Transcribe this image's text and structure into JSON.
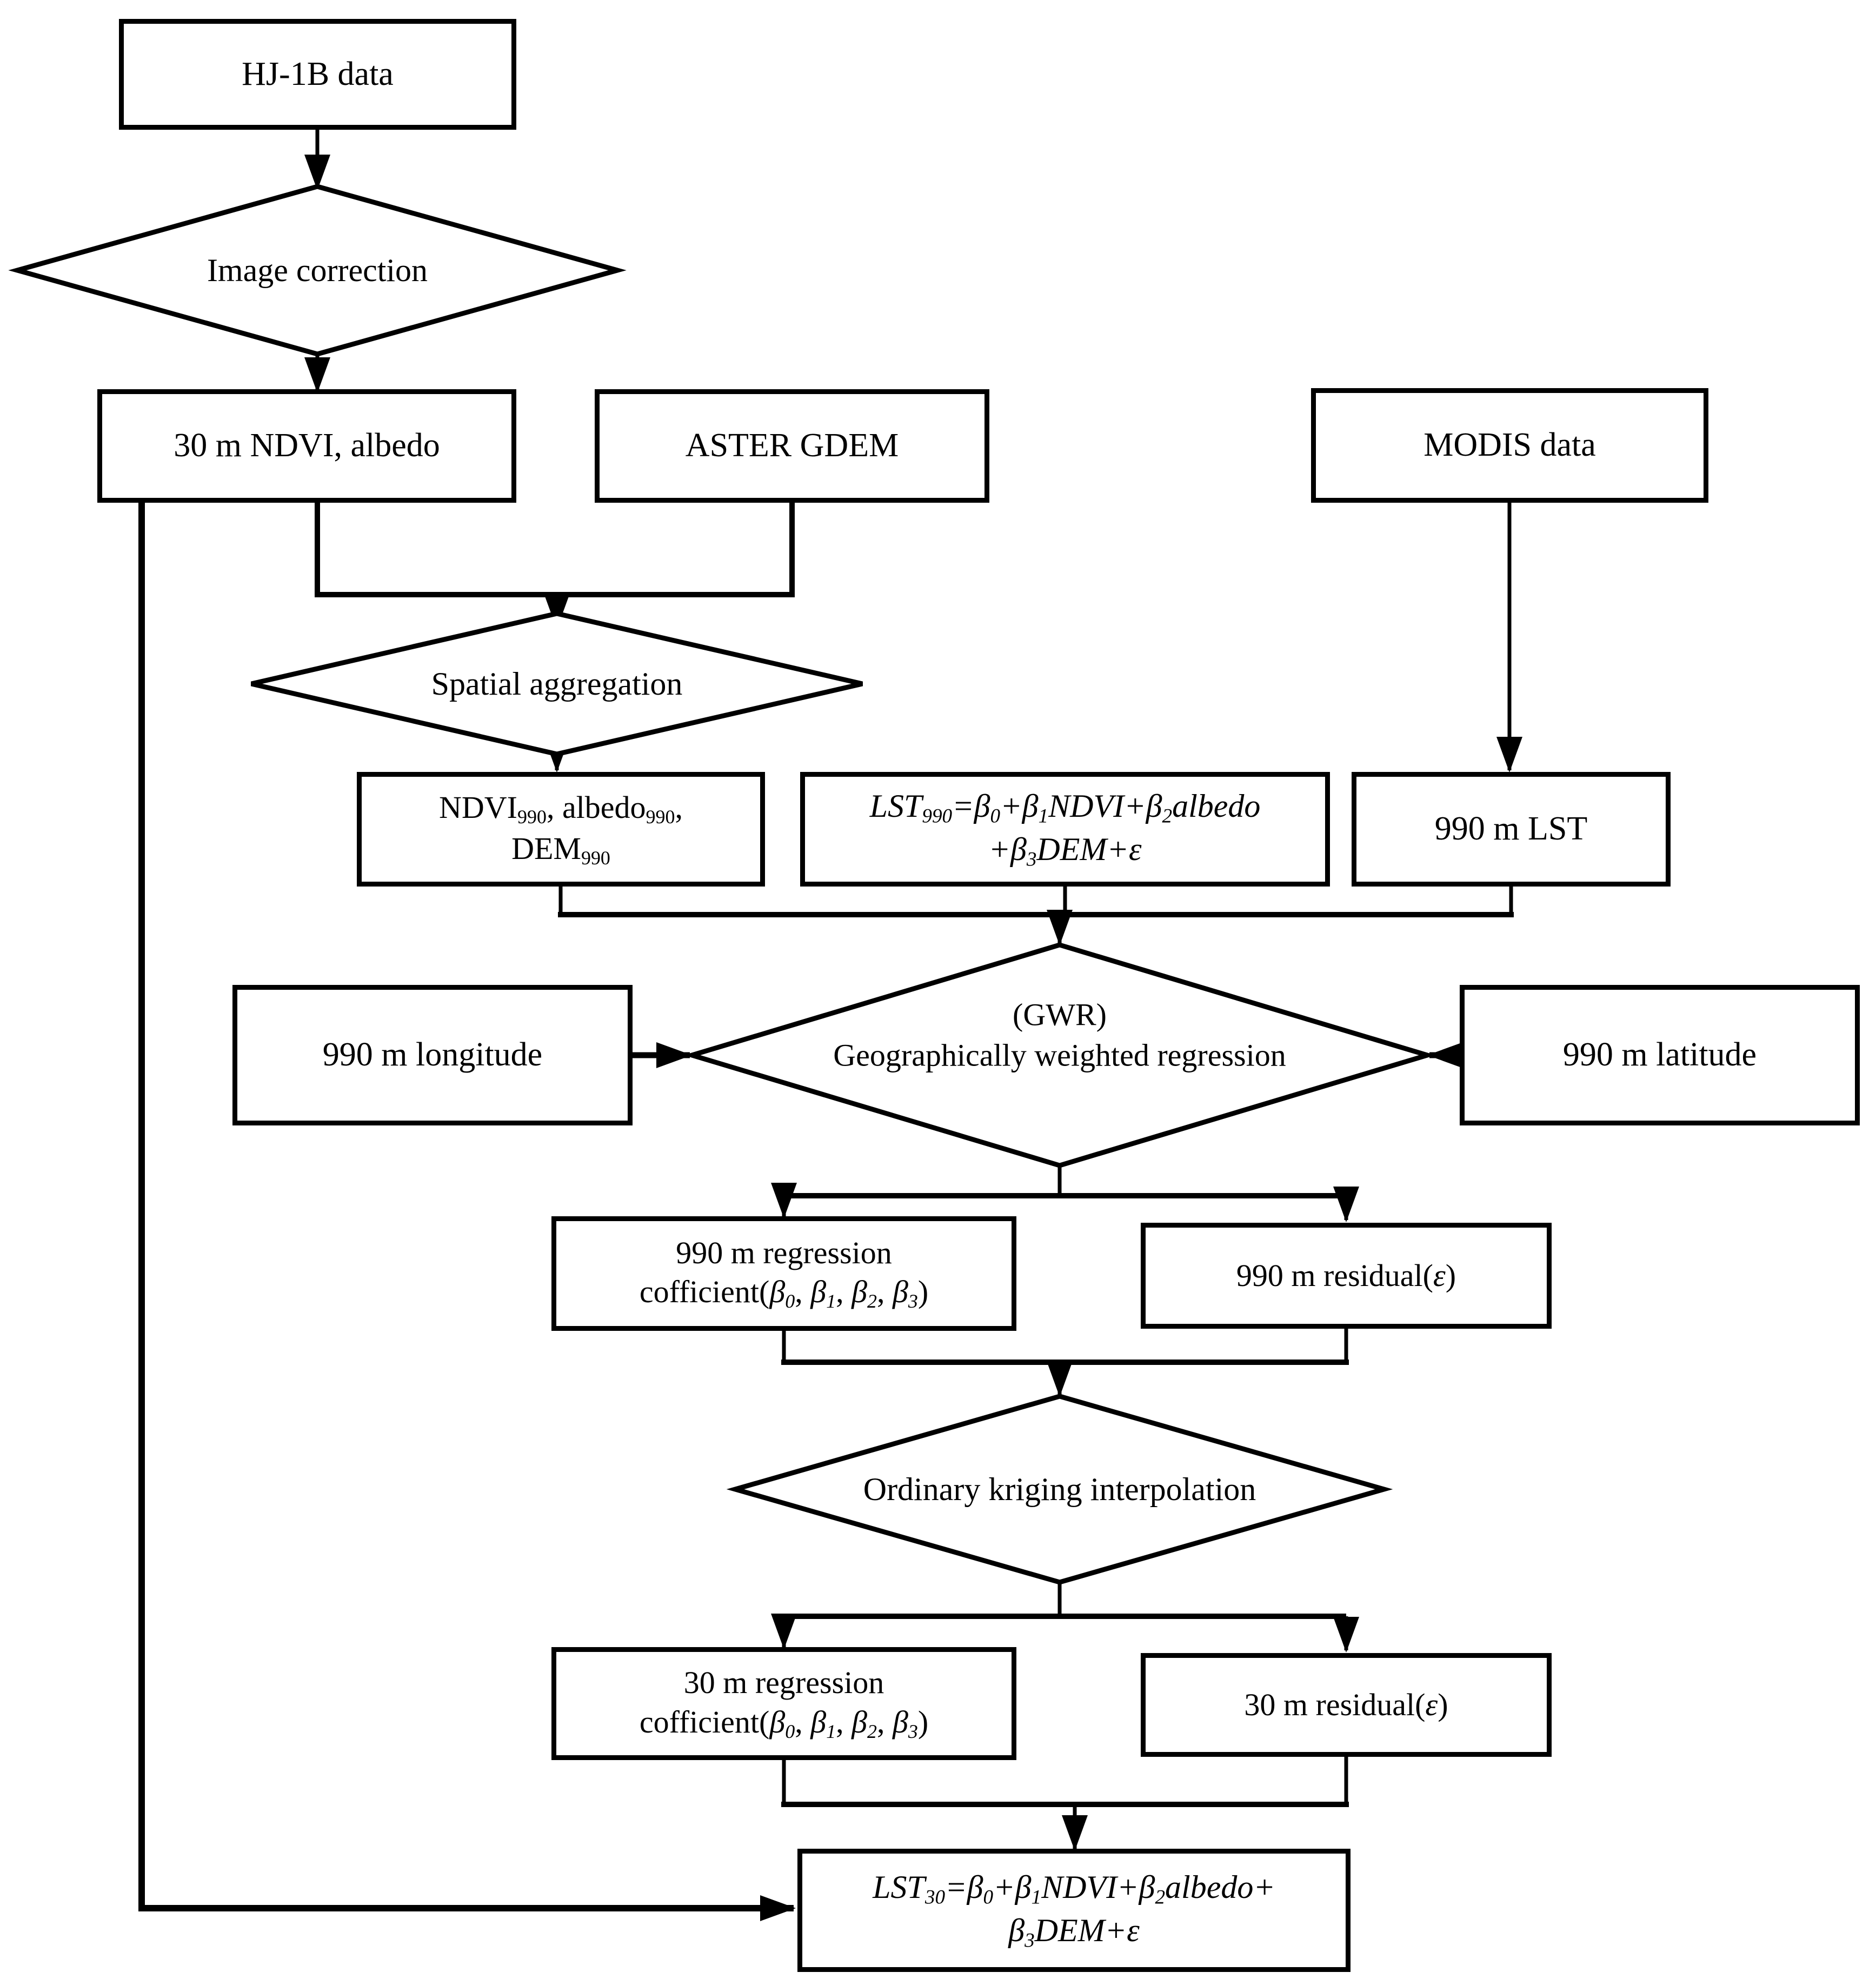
{
  "canvas": {
    "background": "#ffffff",
    "line_color": "#000000",
    "title": "GWR-based LST downscaling flowchart"
  },
  "nodes": {
    "hj1b": {
      "label": "HJ-1B data"
    },
    "image_correction": {
      "label": "Image correction"
    },
    "ndvi30": {
      "label": "30 m NDVI, albedo"
    },
    "aster": {
      "label": "ASTER GDEM"
    },
    "modis": {
      "label": "MODIS data"
    },
    "spatial_aggregation": {
      "label": "Spatial aggregation"
    },
    "ndvi990": {
      "segments": [
        {
          "t": "NDVI"
        },
        {
          "t": "990",
          "sub": true
        },
        {
          "t": ", albedo"
        },
        {
          "t": "990",
          "sub": true
        },
        {
          "t": ","
        },
        {
          "br": true
        },
        {
          "t": "DEM"
        },
        {
          "t": "990",
          "sub": true
        }
      ]
    },
    "eq990": {
      "segments": [
        {
          "t": "LST",
          "i": true
        },
        {
          "t": "990",
          "sub": true,
          "i": true
        },
        {
          "t": "=",
          "i": true
        },
        {
          "t": "β",
          "i": true
        },
        {
          "t": "0",
          "sub": true,
          "i": true
        },
        {
          "t": "+",
          "i": true
        },
        {
          "t": "β",
          "i": true
        },
        {
          "t": "1",
          "sub": true,
          "i": true
        },
        {
          "t": "NDVI",
          "i": true
        },
        {
          "t": "+",
          "i": true
        },
        {
          "t": "β",
          "i": true
        },
        {
          "t": "2",
          "sub": true,
          "i": true
        },
        {
          "t": "albedo",
          "i": true
        },
        {
          "br": true
        },
        {
          "t": "+",
          "i": true
        },
        {
          "t": "β",
          "i": true
        },
        {
          "t": "3",
          "sub": true,
          "i": true
        },
        {
          "t": "DEM",
          "i": true
        },
        {
          "t": "+",
          "i": true
        },
        {
          "t": "ε",
          "i": true
        }
      ]
    },
    "lst990": {
      "label": "990 m LST"
    },
    "longitude": {
      "label": "990 m longitude"
    },
    "gwr": {
      "line1": "(GWR)",
      "line2": "Geographically weighted regression"
    },
    "latitude": {
      "label": "990 m latitude"
    },
    "coef990": {
      "segments": [
        {
          "t": "990 m regression"
        },
        {
          "br": true
        },
        {
          "t": "cofficient("
        },
        {
          "t": "β",
          "i": true
        },
        {
          "t": "0",
          "sub": true,
          "i": true
        },
        {
          "t": ", "
        },
        {
          "t": "β",
          "i": true
        },
        {
          "t": "1",
          "sub": true,
          "i": true
        },
        {
          "t": ", "
        },
        {
          "t": "β",
          "i": true
        },
        {
          "t": "2",
          "sub": true,
          "i": true
        },
        {
          "t": ", "
        },
        {
          "t": "β",
          "i": true
        },
        {
          "t": "3",
          "sub": true,
          "i": true
        },
        {
          "t": ")"
        }
      ]
    },
    "resid990": {
      "segments": [
        {
          "t": "990 m residual("
        },
        {
          "t": "ε",
          "i": true
        },
        {
          "t": ")"
        }
      ]
    },
    "kriging": {
      "label": "Ordinary kriging interpolation"
    },
    "coef30": {
      "segments": [
        {
          "t": "30 m regression"
        },
        {
          "br": true
        },
        {
          "t": "cofficient("
        },
        {
          "t": "β",
          "i": true
        },
        {
          "t": "0",
          "sub": true,
          "i": true
        },
        {
          "t": ", "
        },
        {
          "t": "β",
          "i": true
        },
        {
          "t": "1",
          "sub": true,
          "i": true
        },
        {
          "t": ", "
        },
        {
          "t": "β",
          "i": true
        },
        {
          "t": "2",
          "sub": true,
          "i": true
        },
        {
          "t": ", "
        },
        {
          "t": "β",
          "i": true
        },
        {
          "t": "3",
          "sub": true,
          "i": true
        },
        {
          "t": ")"
        }
      ]
    },
    "resid30": {
      "segments": [
        {
          "t": "30 m residual("
        },
        {
          "t": "ε",
          "i": true
        },
        {
          "t": ")"
        }
      ]
    },
    "lst30": {
      "segments": [
        {
          "t": "LST",
          "i": true
        },
        {
          "t": "30",
          "sub": true,
          "i": true
        },
        {
          "t": "=",
          "i": true
        },
        {
          "t": "β",
          "i": true
        },
        {
          "t": "0",
          "sub": true,
          "i": true
        },
        {
          "t": "+",
          "i": true
        },
        {
          "t": "β",
          "i": true
        },
        {
          "t": "1",
          "sub": true,
          "i": true
        },
        {
          "t": "NDVI",
          "i": true
        },
        {
          "t": "+",
          "i": true
        },
        {
          "t": "β",
          "i": true
        },
        {
          "t": "2",
          "sub": true,
          "i": true
        },
        {
          "t": "albedo",
          "i": true
        },
        {
          "t": "+",
          "i": true
        },
        {
          "br": true
        },
        {
          "t": "β",
          "i": true
        },
        {
          "t": "3",
          "sub": true,
          "i": true
        },
        {
          "t": "DEM",
          "i": true
        },
        {
          "t": "+",
          "i": true
        },
        {
          "t": "ε",
          "i": true
        }
      ]
    }
  }
}
